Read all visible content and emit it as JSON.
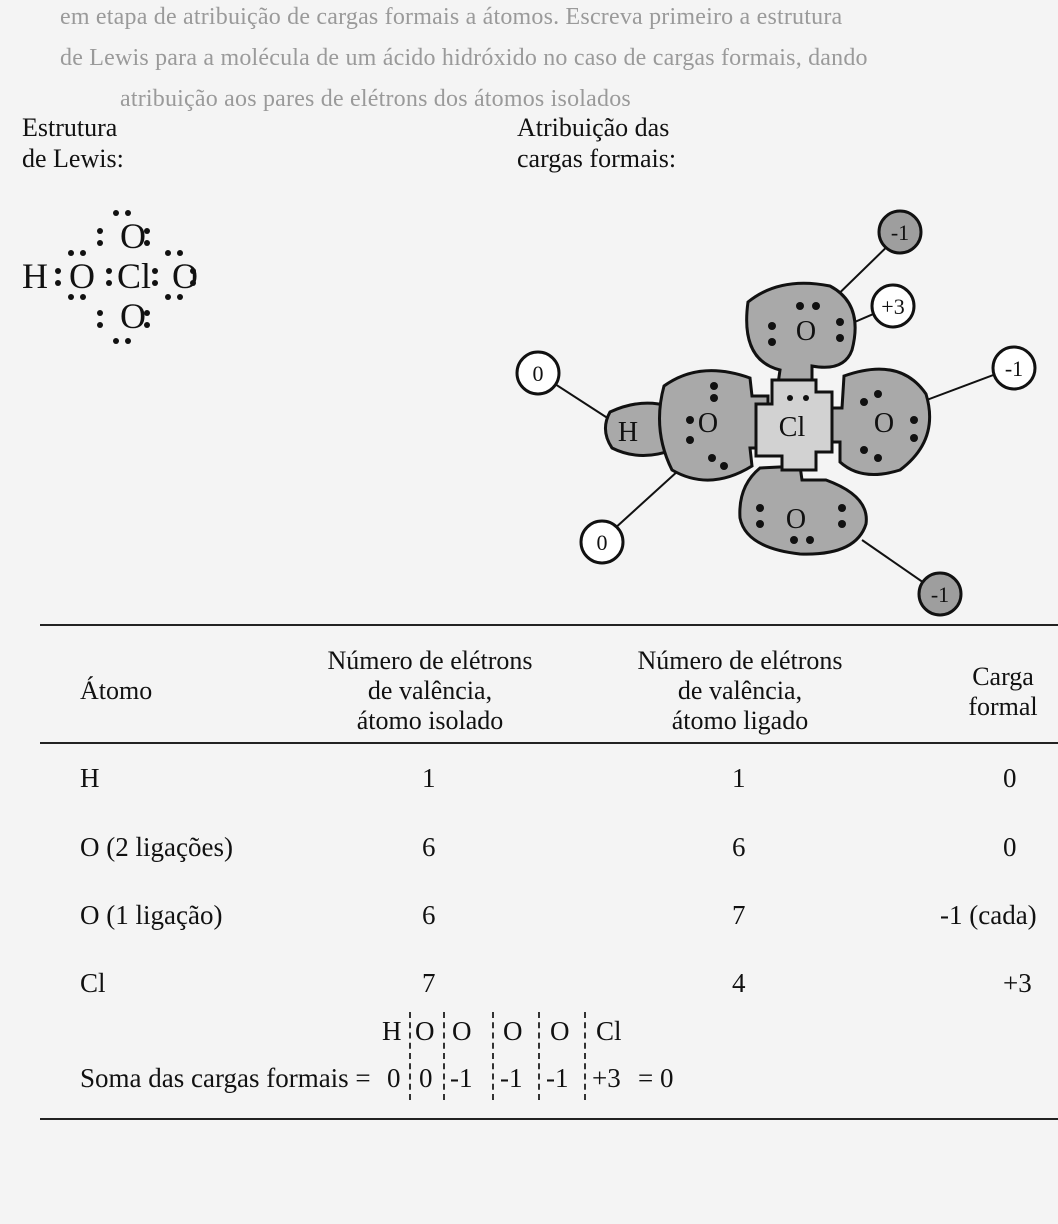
{
  "bleed_text": [
    "em etapa de atribuição de cargas formais a átomos. Escreva primeiro a estrutura",
    "de Lewis para a molécula de um ácido hidróxido no caso de cargas formais, dando",
    "atribuição aos pares de elétrons dos átomos isolados"
  ],
  "labels": {
    "lewis_title_1": "Estrutura",
    "lewis_title_2": "de Lewis:",
    "charges_title_1": "Atribuição das",
    "charges_title_2": "cargas formais:"
  },
  "lewis_structure": {
    "h": "H",
    "o_left": "O",
    "cl": "Cl",
    "o_right": "O",
    "o_top": "O",
    "o_bottom": "O"
  },
  "diagram": {
    "atoms": {
      "h": "H",
      "o_left": "O",
      "cl": "Cl",
      "o_top": "O",
      "o_right": "O",
      "o_bottom": "O"
    },
    "charges": {
      "h": "0",
      "o_left": "0",
      "cl": "+3",
      "o_top": "-1",
      "o_right": "-1",
      "o_bottom": "-1"
    }
  },
  "table": {
    "headers": {
      "atom": "Átomo",
      "isolated_1": "Número de elétrons",
      "isolated_2": "de valência,",
      "isolated_3": "átomo isolado",
      "bonded_1": "Número de elétrons",
      "bonded_2": "de valência,",
      "bonded_3": "átomo ligado",
      "charge_1": "Carga",
      "charge_2": "formal"
    },
    "rows": [
      {
        "atom": "H",
        "isolated": "1",
        "bonded": "1",
        "charge": "0"
      },
      {
        "atom": "O (2 ligações)",
        "isolated": "6",
        "bonded": "6",
        "charge": "0"
      },
      {
        "atom": "O (1 ligação)",
        "isolated": "6",
        "bonded": "7",
        "charge": "-1 (cada)"
      },
      {
        "atom": "Cl",
        "isolated": "7",
        "bonded": "4",
        "charge": "+3"
      }
    ],
    "sum": {
      "atoms_row": [
        "H",
        "O",
        "O",
        "O",
        "O",
        "Cl"
      ],
      "label": "Soma das cargas formais = ",
      "values": [
        "0",
        "0",
        "-1",
        "-1",
        "-1",
        "+3"
      ],
      "result": "= 0"
    }
  }
}
